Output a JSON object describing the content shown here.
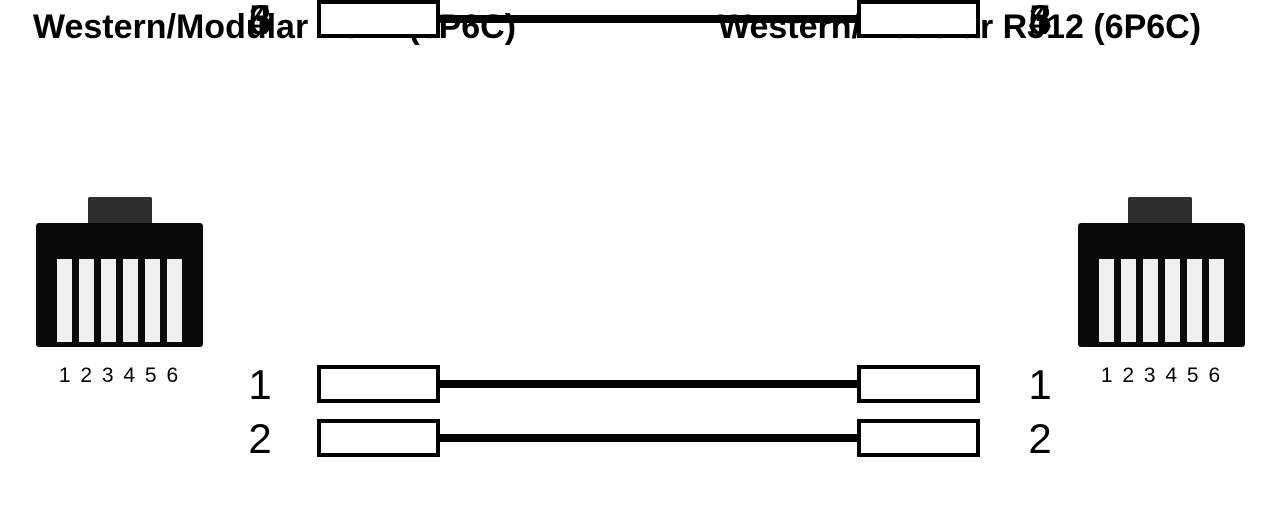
{
  "titles": {
    "left": "Western/Modular RJ12 (6P6C)",
    "right": "Western/Modular RJ12 (6P6C)"
  },
  "connectors": {
    "left": {
      "icon": "rj12-jack-front-icon",
      "pin_label": "1 2 3 4 5 6",
      "slot_count": 6
    },
    "right": {
      "icon": "rj12-jack-front-icon",
      "pin_label": "1 2 3 4 5 6",
      "slot_count": 6
    }
  },
  "wiring": {
    "type": "straight-through",
    "rows": [
      {
        "left_pin": "1",
        "right_pin": "1"
      },
      {
        "left_pin": "2",
        "right_pin": "2"
      },
      {
        "left_pin": "3",
        "right_pin": "3"
      },
      {
        "left_pin": "4",
        "right_pin": "4"
      },
      {
        "left_pin": "5",
        "right_pin": "5"
      },
      {
        "left_pin": "6",
        "right_pin": "6"
      }
    ]
  },
  "colors": {
    "background": "#ffffff",
    "ink": "#000000",
    "wire": "#000000",
    "connector_body": "#0a0a0a",
    "connector_tab": "#2e2e2e",
    "slot": "#f0f0f0",
    "box_border": "#000000",
    "box_fill": "#ffffff"
  }
}
